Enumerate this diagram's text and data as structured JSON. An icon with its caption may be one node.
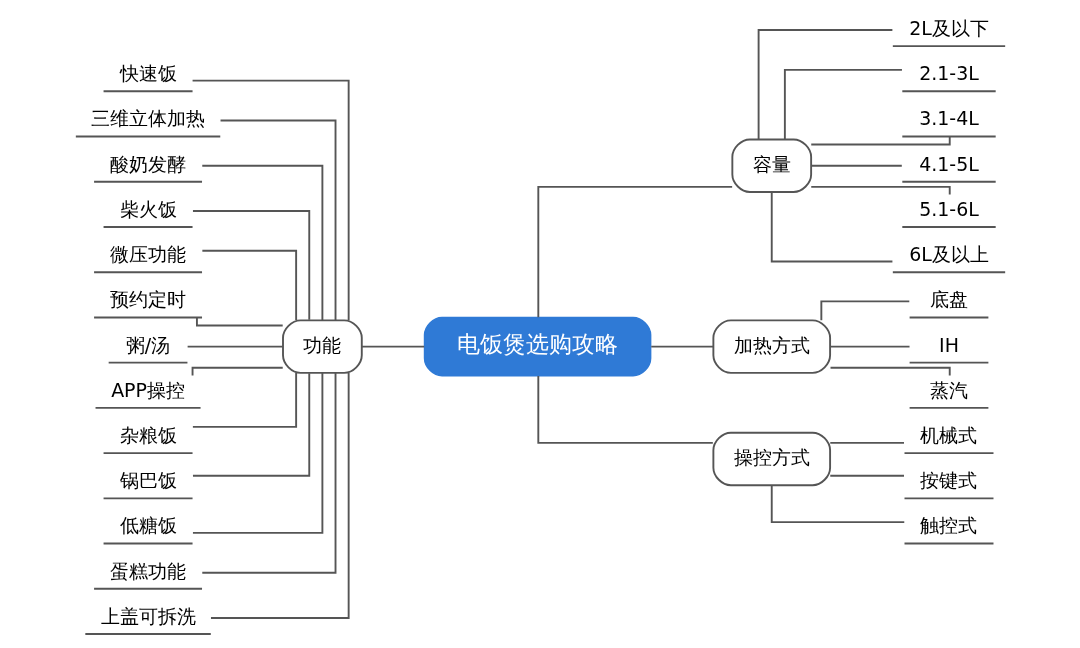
{
  "diagram": {
    "nodes": [
      {
        "text": [
          "电饭煲选购攻略"
        ]
      },
      {
        "text": [
          "功能"
        ]
      },
      {
        "text": [
          "容量"
        ]
      },
      {
        "text": [
          "加热方式"
        ]
      },
      {
        "text": [
          "操控方式"
        ]
      },
      {
        "text": [
          "快速饭"
        ]
      },
      {
        "text": [
          "三维立体加热"
        ]
      },
      {
        "text": [
          "酸奶发酵"
        ]
      },
      {
        "text": [
          "柴火饭"
        ]
      },
      {
        "text": [
          "微压功能"
        ]
      },
      {
        "text": [
          "预约定时"
        ]
      },
      {
        "text": [
          "粥/汤"
        ]
      },
      {
        "text": [
          "APP操控"
        ]
      },
      {
        "text": [
          "杂粮饭"
        ]
      },
      {
        "text": [
          "锅巴饭"
        ]
      },
      {
        "text": [
          "低糖饭"
        ]
      },
      {
        "text": [
          "蛋糕功能"
        ]
      },
      {
        "text": [
          "上盖可拆洗"
        ]
      },
      {
        "text": [
          "2L及以下"
        ]
      },
      {
        "text": [
          "2.1-3L"
        ]
      },
      {
        "text": [
          "3.1-4L"
        ]
      },
      {
        "text": [
          "4.1-5L"
        ]
      },
      {
        "text": [
          "5.1-6L"
        ]
      },
      {
        "text": [
          "6L及以上"
        ]
      },
      {
        "text": [
          "底盘"
        ]
      },
      {
        "text": [
          "IH"
        ]
      },
      {
        "text": [
          "蒸汽"
        ]
      },
      {
        "text": [
          "机械式"
        ]
      },
      {
        "text": [
          "按键式"
        ]
      },
      {
        "text": [
          "触控式"
        ]
      }
    ],
    "edges": [
      {
        "from": 0,
        "to": 1,
        "arrow": "none"
      },
      {
        "from": 0,
        "to": 2,
        "arrow": "none"
      },
      {
        "from": 0,
        "to": 3,
        "arrow": "none"
      },
      {
        "from": 0,
        "to": 4,
        "arrow": "none"
      },
      {
        "from": 1,
        "to": 5,
        "arrow": "none"
      },
      {
        "from": 1,
        "to": 6,
        "arrow": "none"
      },
      {
        "from": 1,
        "to": 7,
        "arrow": "none"
      },
      {
        "from": 1,
        "to": 8,
        "arrow": "none"
      },
      {
        "from": 1,
        "to": 9,
        "arrow": "none"
      },
      {
        "from": 1,
        "to": 10,
        "arrow": "none"
      },
      {
        "from": 1,
        "to": 11,
        "arrow": "none"
      },
      {
        "from": 1,
        "to": 12,
        "arrow": "none"
      },
      {
        "from": 1,
        "to": 13,
        "arrow": "none"
      },
      {
        "from": 1,
        "to": 14,
        "arrow": "none"
      },
      {
        "from": 1,
        "to": 15,
        "arrow": "none"
      },
      {
        "from": 1,
        "to": 16,
        "arrow": "none"
      },
      {
        "from": 1,
        "to": 17,
        "arrow": "none"
      },
      {
        "from": 2,
        "to": 18,
        "arrow": "none"
      },
      {
        "from": 2,
        "to": 19,
        "arrow": "none"
      },
      {
        "from": 2,
        "to": 20,
        "arrow": "none"
      },
      {
        "from": 2,
        "to": 21,
        "arrow": "none"
      },
      {
        "from": 2,
        "to": 22,
        "arrow": "none"
      },
      {
        "from": 2,
        "to": 23,
        "arrow": "none"
      },
      {
        "from": 3,
        "to": 24,
        "arrow": "none"
      },
      {
        "from": 3,
        "to": 25,
        "arrow": "none"
      },
      {
        "from": 3,
        "to": 26,
        "arrow": "none"
      },
      {
        "from": 4,
        "to": 27,
        "arrow": "none"
      },
      {
        "from": 4,
        "to": 28,
        "arrow": "none"
      },
      {
        "from": 4,
        "to": 29,
        "arrow": "none"
      }
    ]
  }
}
